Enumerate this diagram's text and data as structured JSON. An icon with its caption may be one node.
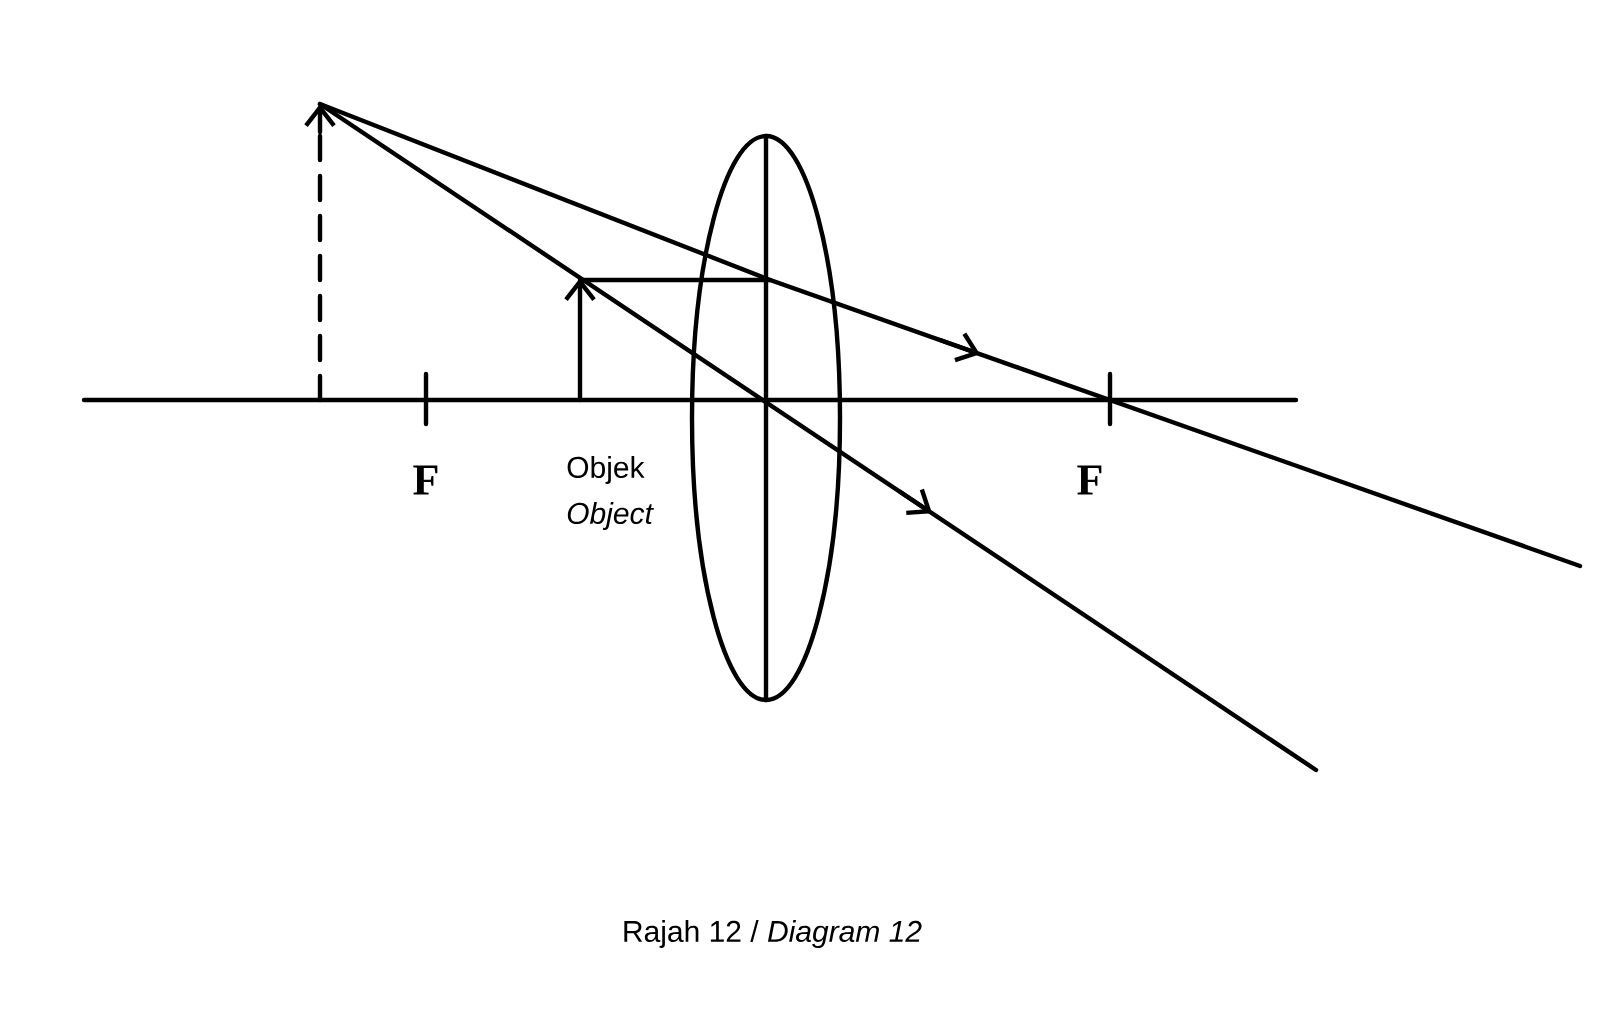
{
  "diagram": {
    "caption": "Rajah 12 / *Diagram 12*",
    "labels": [
      "F",
      "Objek",
      "Object",
      "F"
    ]
  }
}
